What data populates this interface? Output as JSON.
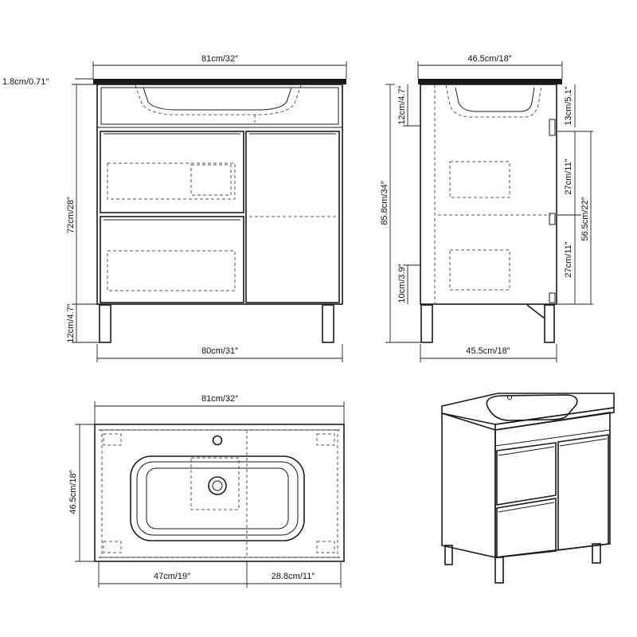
{
  "front_view": {
    "top_width": "81cm/32″",
    "top_thickness": "1.8cm/0.71″",
    "body_height": "72cm/28″",
    "leg_height": "12cm/4.7″",
    "body_width": "80cm/31″"
  },
  "side_view": {
    "top_depth": "46.5cm/18″",
    "basin_depth": "12cm/4.7″",
    "total_height": "85.8cm/34″",
    "drawer_inset_height": "10cm/3.9″",
    "body_depth": "45.5cm/18″",
    "apron_height": "13cm/5.1″",
    "upper_drawer_height": "27cm/11″",
    "lower_drawer_height": "27cm/11″",
    "drawer_stack_height": "56.5cm/22″"
  },
  "top_view": {
    "top_width": "81cm/32″",
    "top_depth": "46.5cm/18″",
    "basin_offset": "47cm/19″",
    "remaining_width": "28.8cm/11″"
  }
}
